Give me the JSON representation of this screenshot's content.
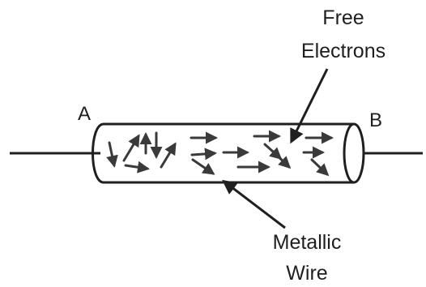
{
  "diagram": {
    "end_a": "A",
    "end_b": "B",
    "free_electrons_line1": "Free",
    "free_electrons_line2": "Electrons",
    "metallic_wire_line1": "Metallic",
    "metallic_wire_line2": "Wire"
  },
  "colors": {
    "stroke": "#1f1f1f",
    "arrow": "#3a3a3a",
    "background": "#ffffff"
  }
}
